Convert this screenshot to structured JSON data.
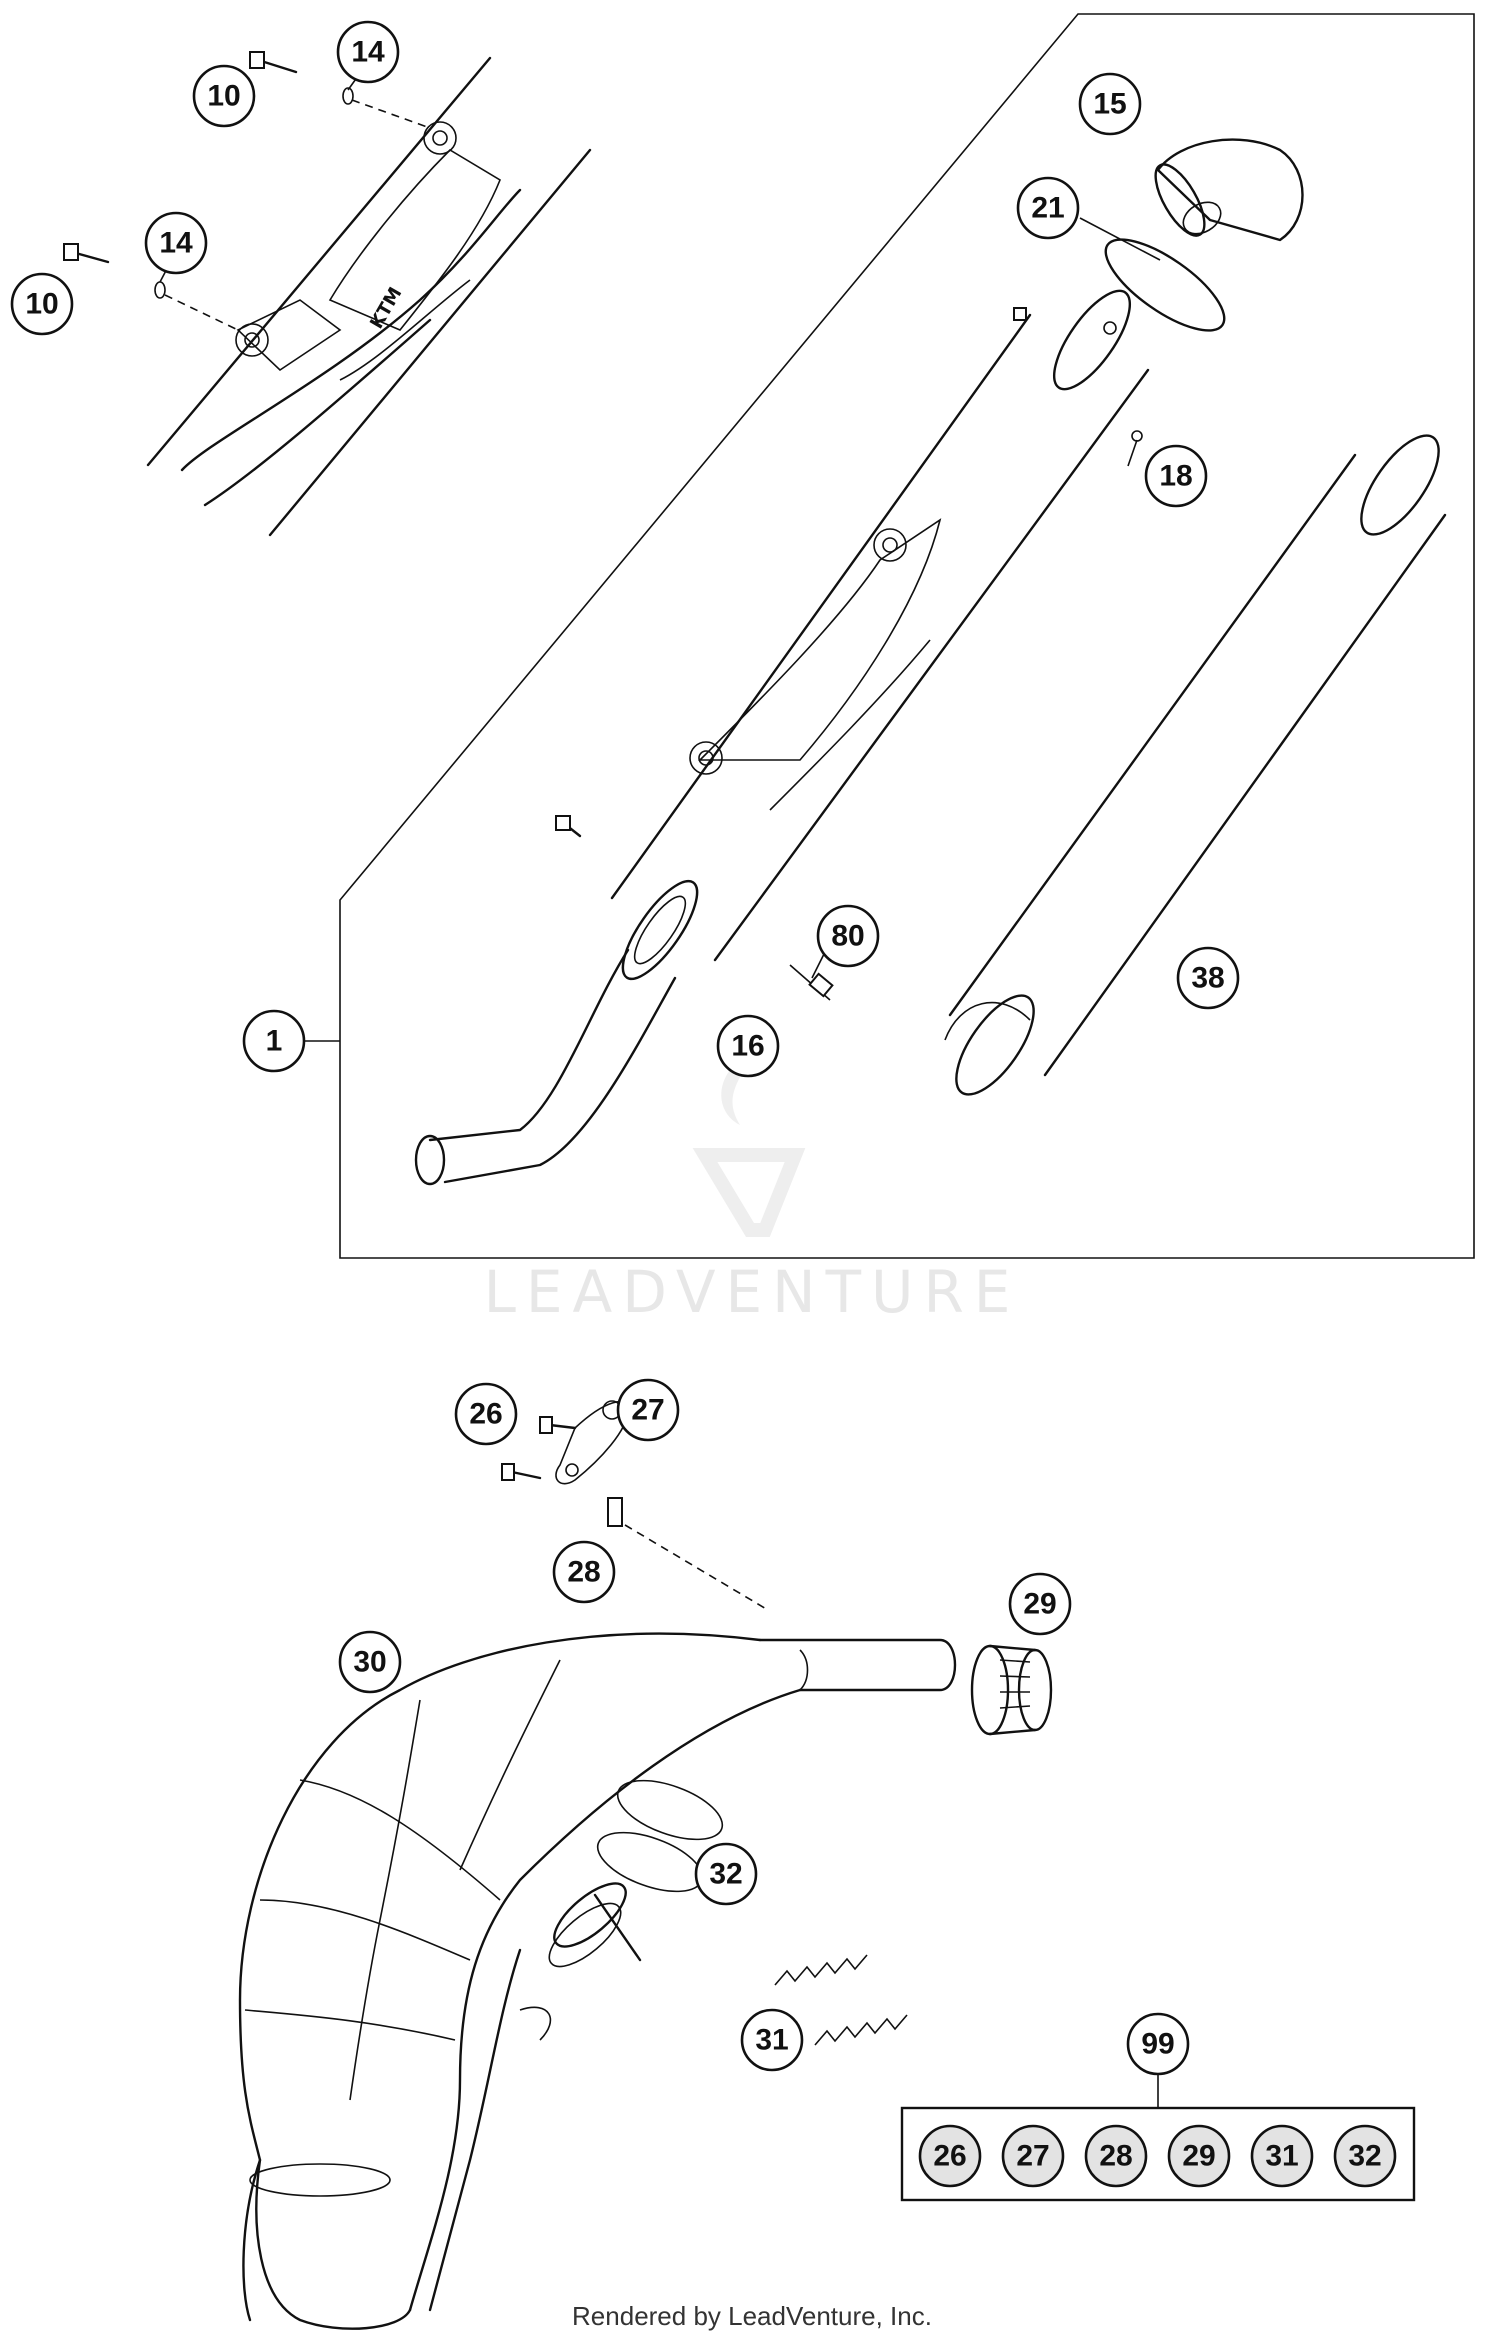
{
  "callouts": [
    {
      "id": "c10a",
      "label": "10"
    },
    {
      "id": "c14a",
      "label": "14"
    },
    {
      "id": "c14b",
      "label": "14"
    },
    {
      "id": "c10b",
      "label": "10"
    },
    {
      "id": "c15",
      "label": "15"
    },
    {
      "id": "c21",
      "label": "21"
    },
    {
      "id": "c18",
      "label": "18"
    },
    {
      "id": "c80",
      "label": "80"
    },
    {
      "id": "c38",
      "label": "38"
    },
    {
      "id": "c16",
      "label": "16"
    },
    {
      "id": "c1",
      "label": "1"
    },
    {
      "id": "c26",
      "label": "26"
    },
    {
      "id": "c27",
      "label": "27"
    },
    {
      "id": "c28",
      "label": "28"
    },
    {
      "id": "c29",
      "label": "29"
    },
    {
      "id": "c30",
      "label": "30"
    },
    {
      "id": "c32",
      "label": "32"
    },
    {
      "id": "c31",
      "label": "31"
    },
    {
      "id": "c99",
      "label": "99"
    }
  ],
  "kit": {
    "label": "99",
    "items": [
      "26",
      "27",
      "28",
      "29",
      "31",
      "32"
    ]
  },
  "watermark": "LEADVENTURE",
  "footer": "Rendered by LeadVenture, Inc."
}
